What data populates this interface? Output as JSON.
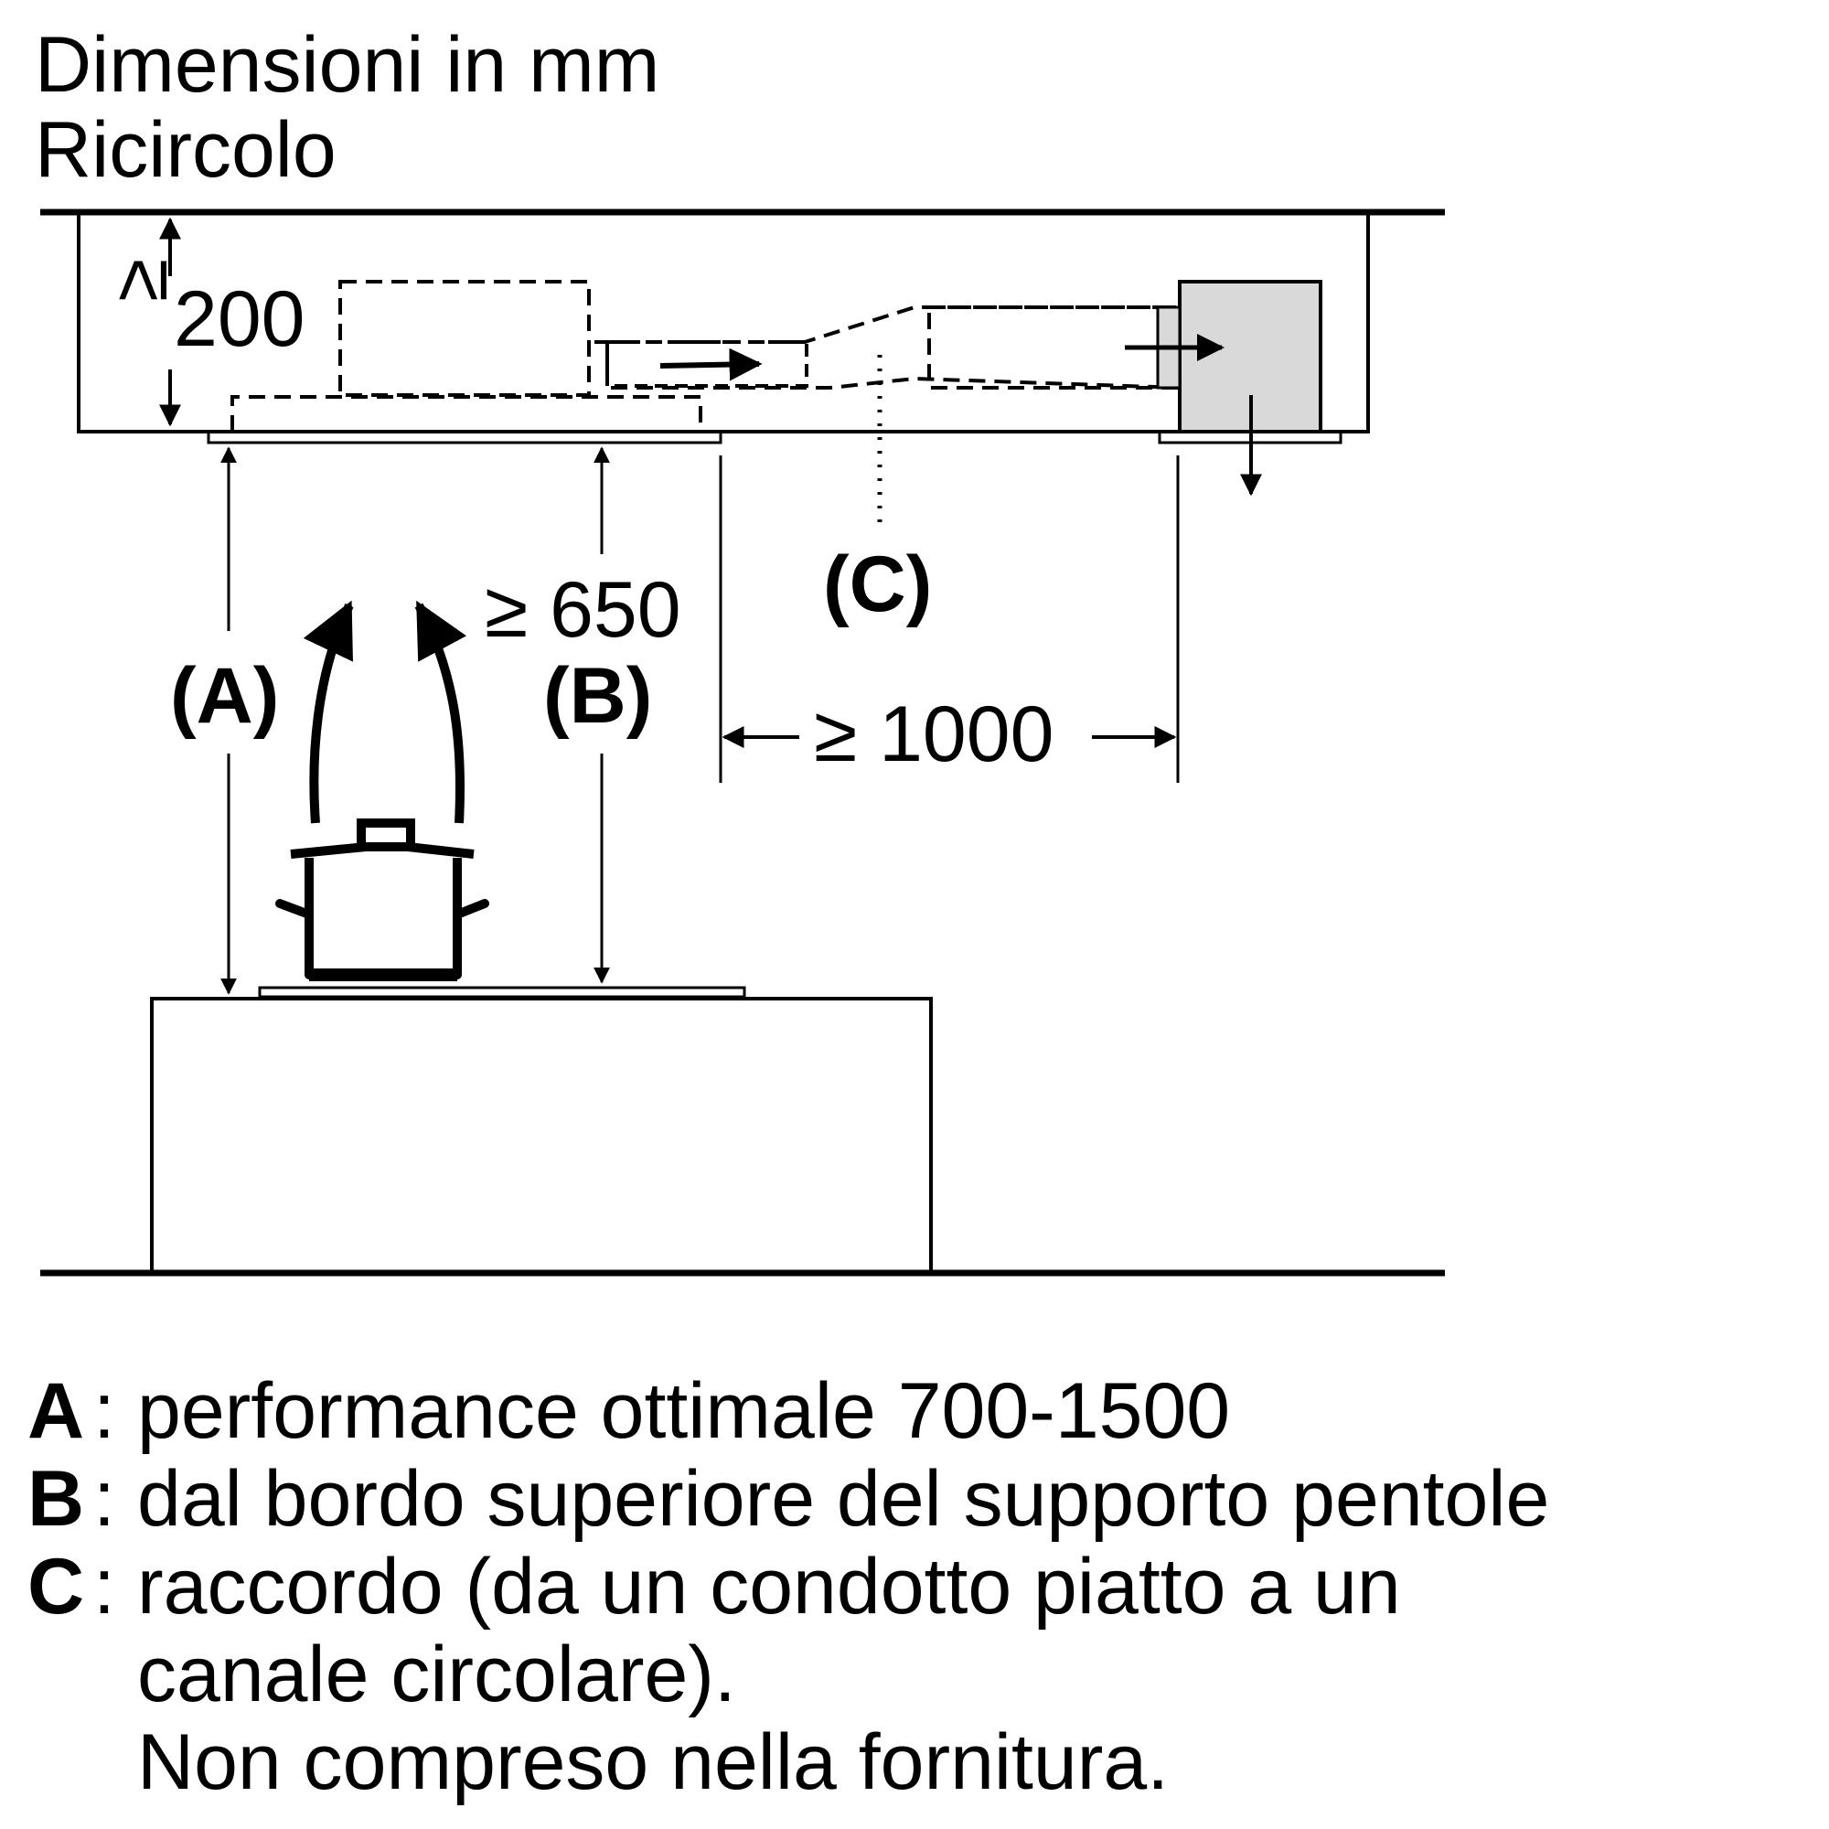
{
  "header": {
    "title_line1": "Dimensioni in mm",
    "title_line2": "Ricircolo"
  },
  "dimensions": {
    "ceiling_gap": "≥ 200",
    "hob_distance": "≥ 650",
    "duct_length": "≥ 1000"
  },
  "labels": {
    "a": "(A)",
    "b": "(B)",
    "c": "(C)"
  },
  "legend": [
    {
      "key": "A",
      "text": "performance ottimale 700-1500",
      "continuation": []
    },
    {
      "key": "B",
      "text": "dal bordo superiore del supporto pentole",
      "continuation": []
    },
    {
      "key": "C",
      "text": "raccordo (da un condotto piatto a un",
      "continuation": [
        "canale circolare).",
        "Non compreso nella fornitura."
      ]
    }
  ],
  "colors": {
    "line": "#000000",
    "fan_box": "#d9d9d9"
  }
}
